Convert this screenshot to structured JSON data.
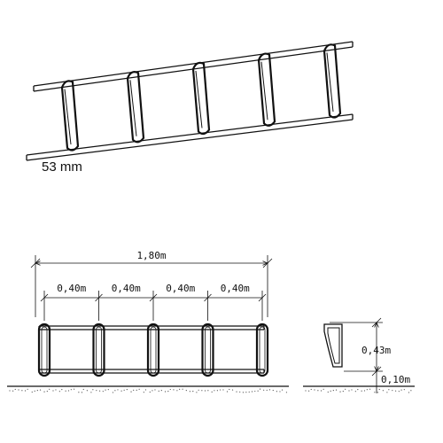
{
  "perspective_view": {
    "caption": "53 mm",
    "loop_count": 5
  },
  "front_view": {
    "total_width": "1,80m",
    "spacings": [
      "0,40m",
      "0,40m",
      "0,40m",
      "0,40m"
    ],
    "loop_count": 5
  },
  "side_view": {
    "height": "0,43m",
    "ground_clearance": "0,10m"
  },
  "colors": {
    "line": "#111111",
    "background": "#ffffff"
  }
}
